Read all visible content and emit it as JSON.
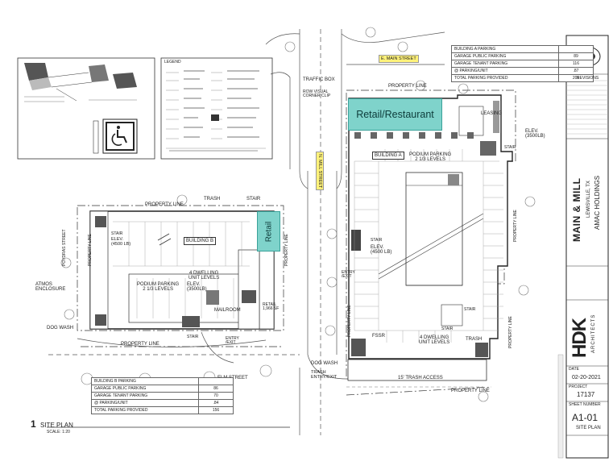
{
  "streets": {
    "e_main": "E. MAIN STREET",
    "n_mill": "N. MILL STREET",
    "elm": "ELM STREET",
    "poydras": "POYDRAS STREET"
  },
  "overlays": {
    "retail_restaurant": "Retail/Restaurant",
    "retail": "Retail"
  },
  "building_a": {
    "name": "BUILDING A",
    "podium": "PODIUM PARKING\n2 1/3 LEVELS",
    "elev_main": "ELEV.\n(4500 LB)",
    "elev_side": "ELEV.\n(3500LB)",
    "stair": "STAIR",
    "leasing": "LEASING",
    "dwelling": "4 DWELLING\nUNIT LEVELS",
    "trash": "TRASH",
    "fssr": "FSSR",
    "trash_access": "15' TRASH ACCESS",
    "trash_entry": "TRASH\nENTRY/EXIT",
    "entry": "ENTRY\n/EXIT",
    "row_visual": "ROW VISUAL\nCORNER CLIP",
    "traffic_box": "TRAFFIC BOX"
  },
  "building_b": {
    "name": "BUILDING B",
    "podium": "PODIUM PARKING\n2 1/3 LEVELS",
    "dwelling": "4 DWELLING\nUNIT LEVELS",
    "elev_main": "ELEV.\n(4500 LB)",
    "elev_side": "ELEV.\n(3500LB)",
    "stair": "STAIR",
    "mailroom": "MAILROOM",
    "retail_small": "RETAIL\n1,966 SF",
    "trash": "TRASH",
    "entry": "ENTRY\n/EXIT",
    "dog_wash": "DOG WASH",
    "atmos": "ATMOS\nENCLOSURE"
  },
  "property_line": "PROPERTY LINE",
  "table_a": {
    "rows": [
      {
        "label": "BUILDING A PARKING",
        "value": ""
      },
      {
        "label": "GARAGE PUBLIC PARKING",
        "value": "89"
      },
      {
        "label": "GARAGE TENANT PARKING",
        "value": "116"
      },
      {
        "label": "@ PARKING/UNIT",
        "value": ".87"
      },
      {
        "label": "TOTAL PARKING PROVIDED",
        "value": "205"
      }
    ]
  },
  "table_b": {
    "rows": [
      {
        "label": "BUILDING B PARKING",
        "value": ""
      },
      {
        "label": "GARAGE PUBLIC PARKING",
        "value": "86"
      },
      {
        "label": "GARAGE TENANT PARKING",
        "value": "70"
      },
      {
        "label": "@ PARKING/UNIT",
        "value": ".84"
      },
      {
        "label": "TOTAL PARKING PROVIDED",
        "value": "156"
      }
    ]
  },
  "title_block": {
    "revisions": "REVISIONS",
    "project_name": "MAIN & MILL",
    "location": "LEWISVILLE, TX",
    "client": "AMAC HOLDINGS",
    "firm_logo": "HDK",
    "firm_name": "ARCHITECTS",
    "date_label": "DATE",
    "date": "02-20-2021",
    "project_label": "PROJECT",
    "project_no": "17137",
    "sheet_label": "SHEET NUMBER",
    "sheet_no": "A1-01",
    "sheet_title": "SITE PLAN"
  },
  "drawing": {
    "number": "1",
    "title": "SITE PLAN",
    "scale": "SCALE: 1:20"
  },
  "legend_title": "LEGEND",
  "colors": {
    "retail_fill": "#7fd3cb",
    "street_tag": "#fff27a",
    "line": "#333333"
  }
}
